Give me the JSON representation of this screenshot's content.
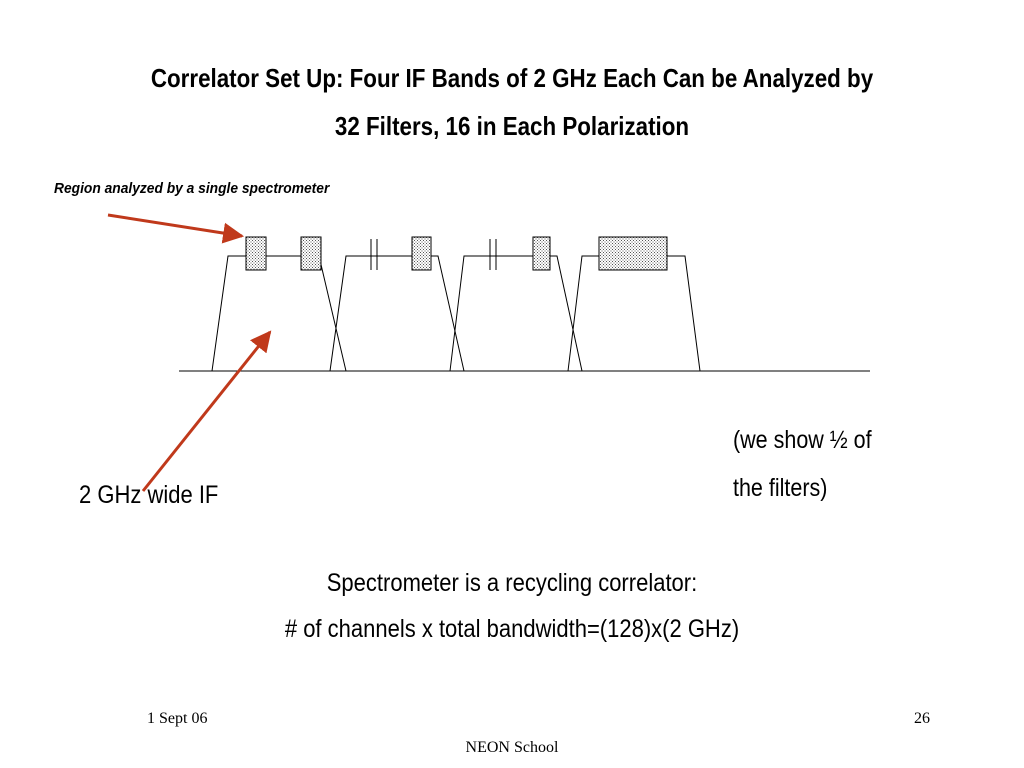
{
  "slide": {
    "title_line1": "Correlator Set Up: Four IF Bands of 2 GHz Each Can be Analyzed by",
    "title_line2": "32 Filters, 16 in Each Polarization",
    "region_caption": "Region analyzed by a single spectrometer",
    "if_label": "2 GHz wide IF",
    "note_line1": "(we show ½  of",
    "note_line2": "the filters)",
    "body_line1": "Spectrometer is a recycling correlator:",
    "body_line2": "# of channels x total bandwidth=(128)x(2 GHz)"
  },
  "footer": {
    "date": "1 Sept 06",
    "page_number": "26",
    "center": "NEON School"
  },
  "colors": {
    "arrow": "#c0391b",
    "line": "#000000",
    "hatch": "#555555",
    "background": "#ffffff"
  }
}
